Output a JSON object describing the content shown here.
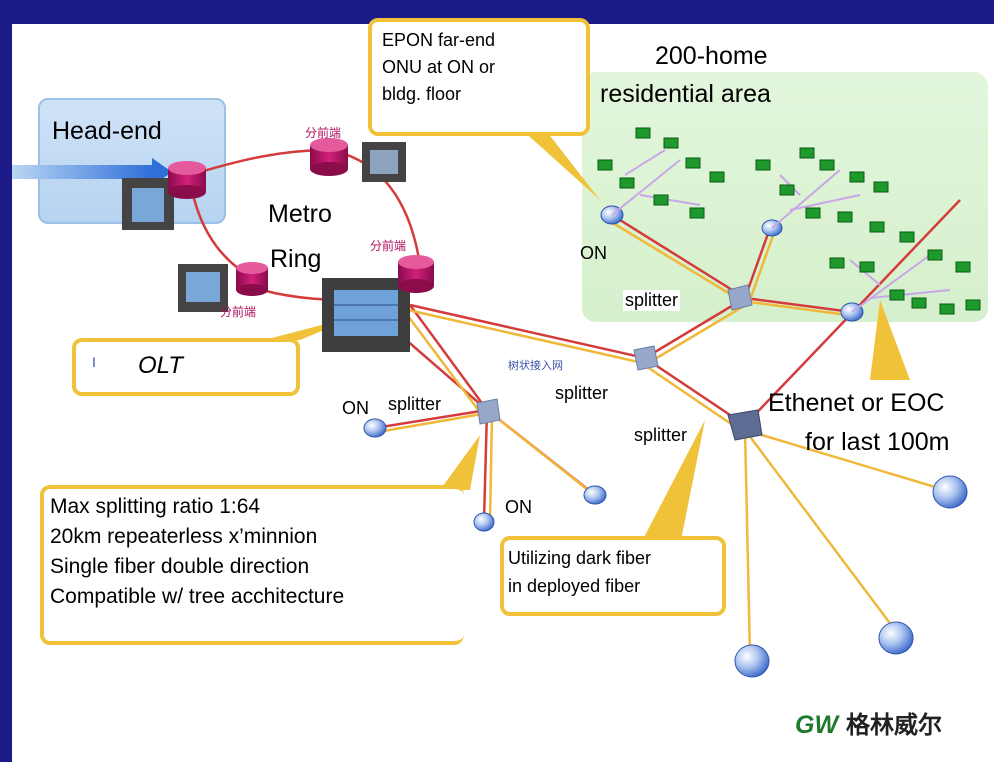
{
  "labels": {
    "head_end": "Head-end",
    "metro": "Metro",
    "ring": "Ring",
    "olt": "OLT",
    "olt_prefix": "I",
    "epon_line1": "EPON far-end",
    "epon_line2": "ONU at ON or",
    "epon_line3": "bldg. floor",
    "residential_line1": "200-home",
    "residential_line2": "residential area",
    "on_top": "ON",
    "on_left": "ON",
    "on_bottom": "ON",
    "splitter_top": "splitter",
    "splitter_left": "splitter",
    "splitter_mid": "splitter",
    "splitter_bottom": "splitter",
    "tree_access_cn": "树状接入网",
    "sub_headend_cn_1": "分前端",
    "sub_headend_cn_2": "分前端",
    "sub_headend_cn_3": "分前端",
    "ethernet_line1": "Ethenet or EOC",
    "ethernet_line2": "for last 100m",
    "max_split": "Max splitting ratio 1:64",
    "repeaterless": "20km repeaterless x’minnion",
    "single_fiber": "Single fiber double direction",
    "compatible": "Compatible w/ tree acchitecture",
    "dark_fiber_line1": "Utilizing dark fiber",
    "dark_fiber_line2": "in deployed fiber",
    "logo_gw": "GW",
    "logo_cn": "格林威尔"
  },
  "colors": {
    "navy": "#1c1a88",
    "fiber_red": "#d43b3b",
    "fiber_orange": "#f0b83a",
    "callout_border": "#f0c23a",
    "node_blue": "#7ea3e6",
    "cylinder": "#c4146a"
  },
  "icons": [
    "server-rack-icon",
    "router-cylinder-icon",
    "splitter-icon",
    "onu-node-icon",
    "home-device-icon"
  ]
}
